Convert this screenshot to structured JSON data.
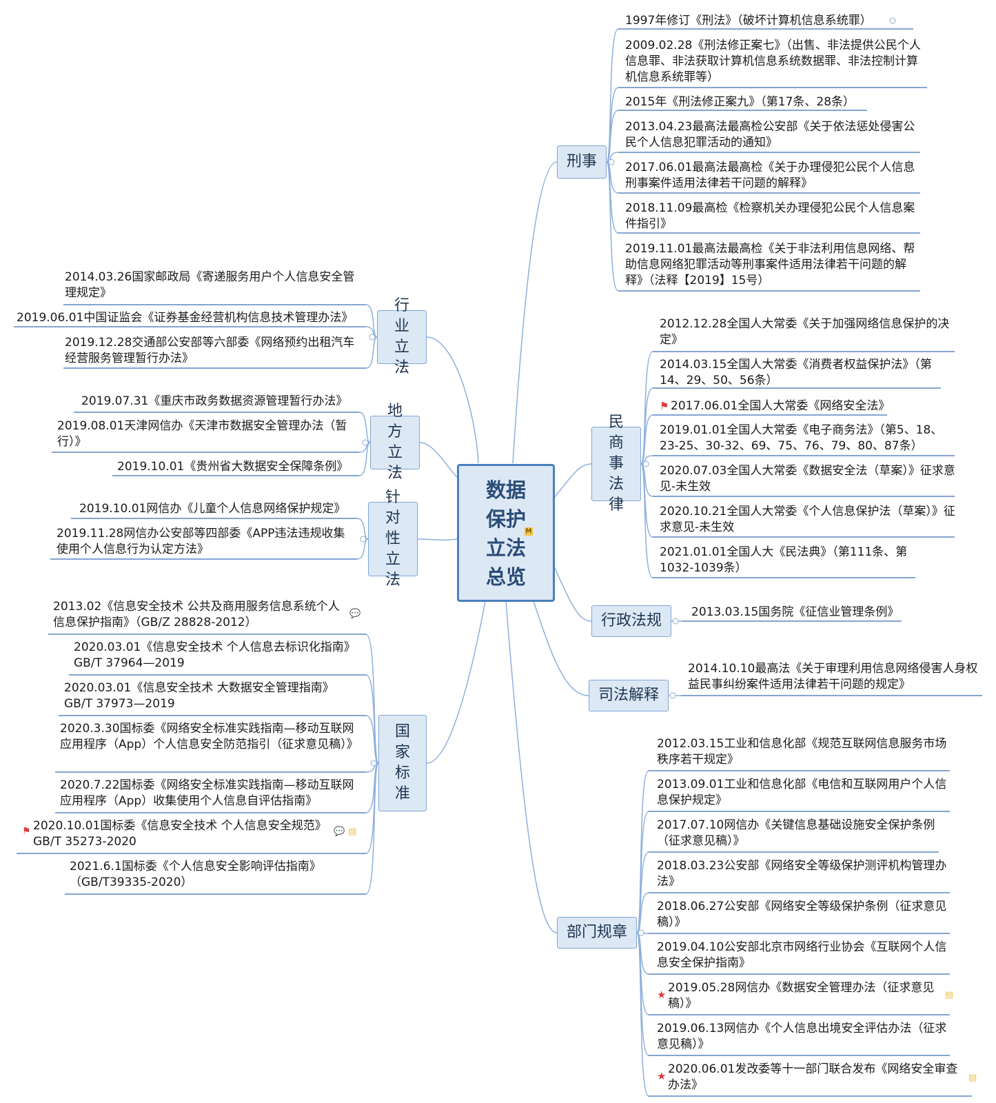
{
  "central": {
    "lines": [
      "数据",
      "保护",
      "立法",
      "总览"
    ],
    "badge": "M"
  },
  "branches": {
    "xingshi": {
      "label": "刑事",
      "items": [
        "1997年修订《刑法》（破坏计算机信息系统罪）",
        "2009.02.28《刑法修正案七》（出售、非法提供公民个人信息罪、非法获取计算机信息系统数据罪、非法控制计算机信息系统罪等）",
        "2015年《刑法修正案九》（第17条、28条）",
        "2013.04.23最高法最高检公安部《关于依法惩处侵害公民个人信息犯罪活动的通知》",
        "2017.06.01最高法最高检《关于办理侵犯公民个人信息刑事案件适用法律若干问题的解释》",
        "2018.11.09最高检《检察机关办理侵犯公民个人信息案件指引》",
        "2019.11.01最高法最高检《关于非法利用信息网络、帮助信息网络犯罪活动等刑事案件适用法律若干问题的解释》（法释【2019】15号）"
      ]
    },
    "minshang": {
      "label": "民商事法律",
      "items": [
        "2012.12.28全国人大常委《关于加强网络信息保护的决定》",
        "2014.03.15全国人大常委《消费者权益保护法》（第14、29、50、56条）",
        "2017.06.01全国人大常委《网络安全法》",
        "2019.01.01全国人大常委《电子商务法》（第5、18、23-25、30-32、69、75、76、79、80、87条）",
        "2020.07.03全国人大常委《数据安全法（草案）》征求意见-未生效",
        "2020.10.21全国人大常委《个人信息保护法（草案）》征求意见-未生效",
        "2021.01.01全国人大《民法典》（第111条、第1032-1039条）"
      ]
    },
    "xingzheng": {
      "label": "行政法规",
      "items": [
        "2013.03.15国务院《征信业管理条例》"
      ]
    },
    "sifa": {
      "label": "司法解释",
      "items": [
        "2014.10.10最高法《关于审理利用信息网络侵害人身权益民事纠纷案件适用法律若干问题的规定》"
      ]
    },
    "bumen": {
      "label": "部门规章",
      "items": [
        "2012.03.15工业和信息化部《规范互联网信息服务市场秩序若干规定》",
        "2013.09.01工业和信息化部《电信和互联网用户个人信息保护规定》",
        "2017.07.10网信办《关键信息基础设施安全保护条例（征求意见稿）》",
        "2018.03.23公安部《网络安全等级保护测评机构管理办法》",
        "2018.06.27公安部《网络安全等级保护条例（征求意见稿）》",
        "2019.04.10公安部北京市网络行业协会《互联网个人信息安全保护指南》",
        "2019.05.28网信办《数据安全管理办法（征求意见稿）》",
        "2019.06.13网信办《个人信息出境安全评估办法（征求意见稿）》",
        "2020.06.01发改委等十一部门联合发布《网络安全审查办法》"
      ]
    },
    "hangye": {
      "label": "行业立法",
      "items": [
        "2014.03.26国家邮政局《寄递服务用户个人信息安全管理规定》",
        "2019.06.01中国证监会《证券基金经营机构信息技术管理办法》",
        "2019.12.28交通部公安部等六部委《网络预约出租汽车经营服务管理暂行办法》"
      ]
    },
    "difang": {
      "label": "地方立法",
      "items": [
        "2019.07.31《重庆市政务数据资源管理暂行办法》",
        "2019.08.01天津网信办《天津市数据安全管理办法（暂行）》",
        "2019.10.01《贵州省大数据安全保障条例》"
      ]
    },
    "zhendui": {
      "label": "针对性立法",
      "items": [
        "2019.10.01网信办《儿童个人信息网络保护规定》",
        "2019.11.28网信办公安部等四部委《APP违法违规收集使用个人信息行为认定方法》"
      ]
    },
    "guojia": {
      "label": "国家标准",
      "items": [
        "2013.02《信息安全技术 公共及商用服务信息系统个人信息保护指南》（GB/Z 28828-2012）",
        "2020.03.01《信息安全技术 个人信息去标识化指南》GB/T 37964—2019",
        "2020.03.01《信息安全技术 大数据安全管理指南》GB/T 37973—2019",
        "2020.3.30国标委《网络安全标准实践指南—移动互联网应用程序（App）个人信息安全防范指引（征求意见稿）》",
        "2020.7.22国标委《网络安全标准实践指南—移动互联网应用程序（App）收集使用个人信息自评估指南》",
        "2020.10.01国标委《信息安全技术 个人信息安全规范》GB/T 35273-2020",
        "2021.6.1国标委《个人信息安全影响评估指南》（GB/T39335-2020）"
      ]
    }
  },
  "colors": {
    "line": "#8db0dc",
    "underline": "#5b86c2",
    "node_fill": "#dde8f5",
    "node_border": "#7fa6d3",
    "central_border": "#4a7fc0"
  },
  "icons": [
    "flag-icon",
    "star-icon",
    "note-icon",
    "comment-icon",
    "marker-m-icon"
  ]
}
